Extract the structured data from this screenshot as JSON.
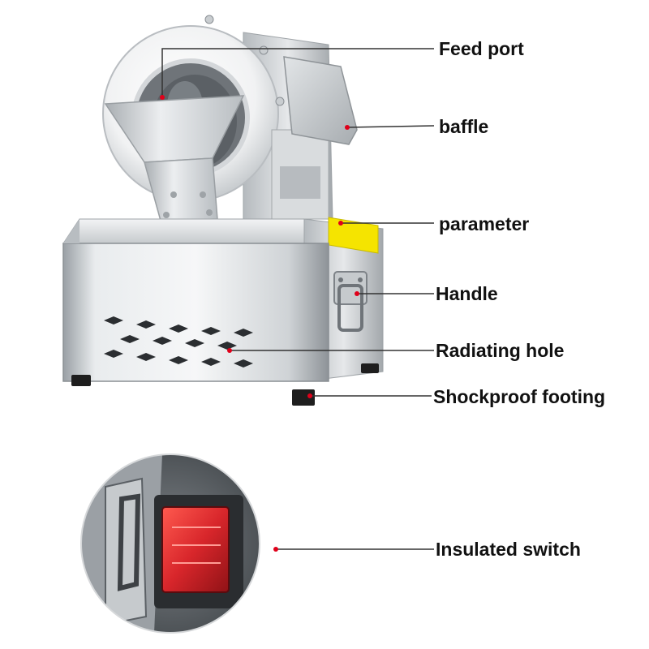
{
  "labels": {
    "feed_port": "Feed port",
    "baffle": "baffle",
    "parameter": "parameter",
    "handle": "Handle",
    "radiating_hole": "Radiating hole",
    "shockproof_footing": "Shockproof footing",
    "insulated_switch": "Insulated switch"
  },
  "colors": {
    "marker": "#e0001a",
    "leader_line": "#333333",
    "steel_light": "#eef0f2",
    "steel_mid": "#c4c8cc",
    "steel_dark": "#8a8f94",
    "parameter_plate": "#f5e400",
    "switch_red": "#d8262b",
    "foot": "#1e1e1e"
  },
  "icons": {
    "hole": "diamond-slot",
    "marker": "red-dot"
  }
}
